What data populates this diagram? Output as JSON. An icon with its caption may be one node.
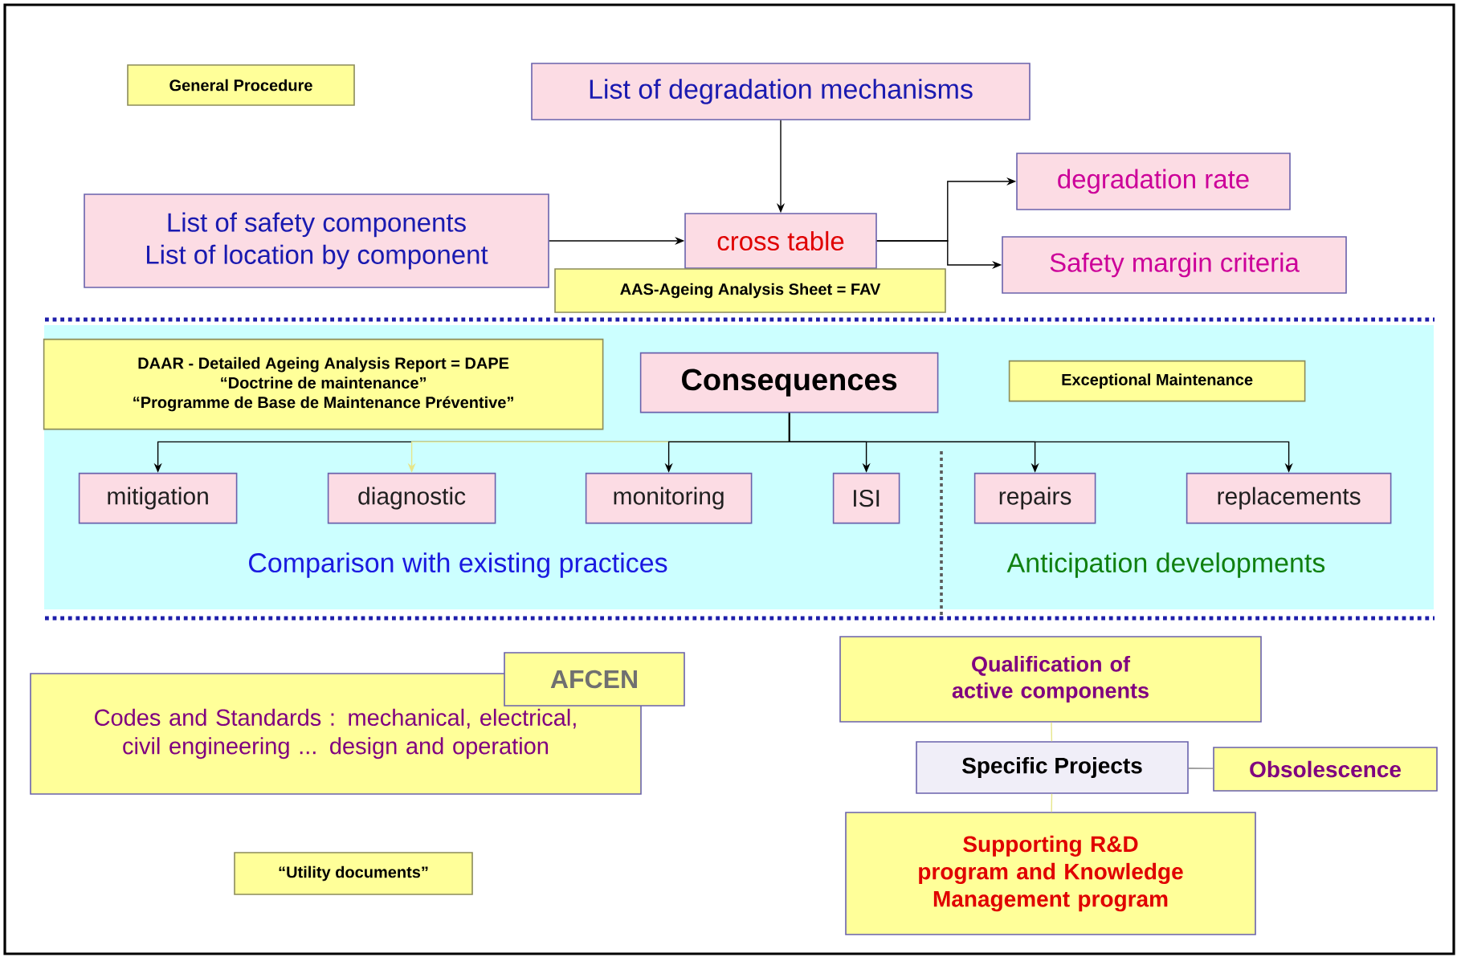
{
  "diagram": {
    "nodes": [
      {
        "text": [
          "General Procedure"
        ]
      },
      {
        "text": [
          "List of degradation mechanisms"
        ]
      },
      {
        "text": [
          "List of safety components",
          "List of location by component"
        ]
      },
      {
        "text": [
          "cross table"
        ]
      },
      {
        "text": [
          "degradation rate"
        ]
      },
      {
        "text": [
          "Safety margin criteria"
        ]
      },
      {
        "text": [
          "AAS-Ageing Analysis Sheet = FAV"
        ]
      },
      {
        "text": [
          "Comparison with existing practices",
          "Anticipation developments"
        ]
      },
      {
        "text": [
          "DAAR - Detailed Ageing Analysis Report = DAPE",
          "“Doctrine de maintenance”",
          "“Programme de Base de Maintenance Préventive”"
        ],
        "in": 7
      },
      {
        "text": [
          "Consequences"
        ],
        "in": 7
      },
      {
        "text": [
          "Exceptional Maintenance"
        ],
        "in": 7
      },
      {
        "text": [
          "mitigation"
        ],
        "in": 7
      },
      {
        "text": [
          "diagnostic"
        ],
        "in": 7
      },
      {
        "text": [
          "monitoring"
        ],
        "in": 7
      },
      {
        "text": [
          "ISI"
        ],
        "in": 7
      },
      {
        "text": [
          "repairs"
        ],
        "in": 7
      },
      {
        "text": [
          "replacements"
        ],
        "in": 7
      },
      {
        "text": [
          "Codes and Standards : mechanical, electrical, civil engineering ... design and operation"
        ]
      },
      {
        "text": [
          "AFCEN"
        ]
      },
      {
        "text": [
          "“Utility documents”"
        ]
      },
      {
        "text": [
          "Qualification of active components"
        ]
      },
      {
        "text": [
          "Specific Projects"
        ]
      },
      {
        "text": [
          "Obsolescence"
        ]
      },
      {
        "text": [
          "Supporting R&D program and Knowledge Management program"
        ]
      }
    ],
    "edges": [
      {
        "from": 1,
        "to": 3,
        "arrow": "to"
      },
      {
        "from": 2,
        "to": 3,
        "arrow": "to"
      },
      {
        "from": 3,
        "to": 4,
        "arrow": "to"
      },
      {
        "from": 3,
        "to": 5,
        "arrow": "to"
      },
      {
        "from": 9,
        "to": 11,
        "arrow": "to"
      },
      {
        "from": 9,
        "to": 12,
        "arrow": "to",
        "color": "#e6e68a"
      },
      {
        "from": 9,
        "to": 13,
        "arrow": "to"
      },
      {
        "from": 9,
        "to": 14,
        "arrow": "to"
      },
      {
        "from": 9,
        "to": 15,
        "arrow": "to"
      },
      {
        "from": 9,
        "to": 16,
        "arrow": "to"
      },
      {
        "from": 20,
        "to": 21,
        "arrow": "none",
        "color": "#e6e68a"
      },
      {
        "from": 21,
        "to": 22,
        "arrow": "none",
        "color": "#808080"
      },
      {
        "from": 21,
        "to": 23,
        "arrow": "none",
        "color": "#e6e68a"
      }
    ]
  }
}
